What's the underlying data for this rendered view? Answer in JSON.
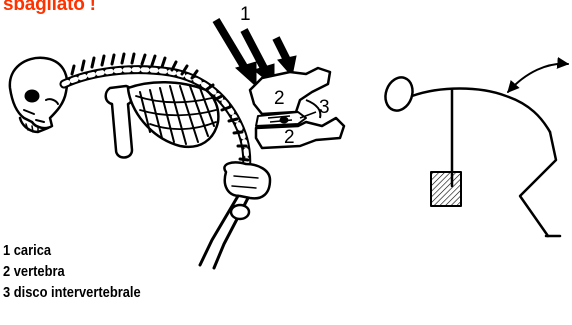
{
  "title": "sbagliato !",
  "figure_labels": {
    "load": "1",
    "vertebra_upper": "2",
    "vertebra_lower": "2",
    "disc": "3"
  },
  "legend": {
    "items": [
      "1 carica",
      "2 vertebra",
      "3 disco intervertebrale"
    ]
  },
  "colors": {
    "title": "#ff3300",
    "ink": "#000000"
  }
}
